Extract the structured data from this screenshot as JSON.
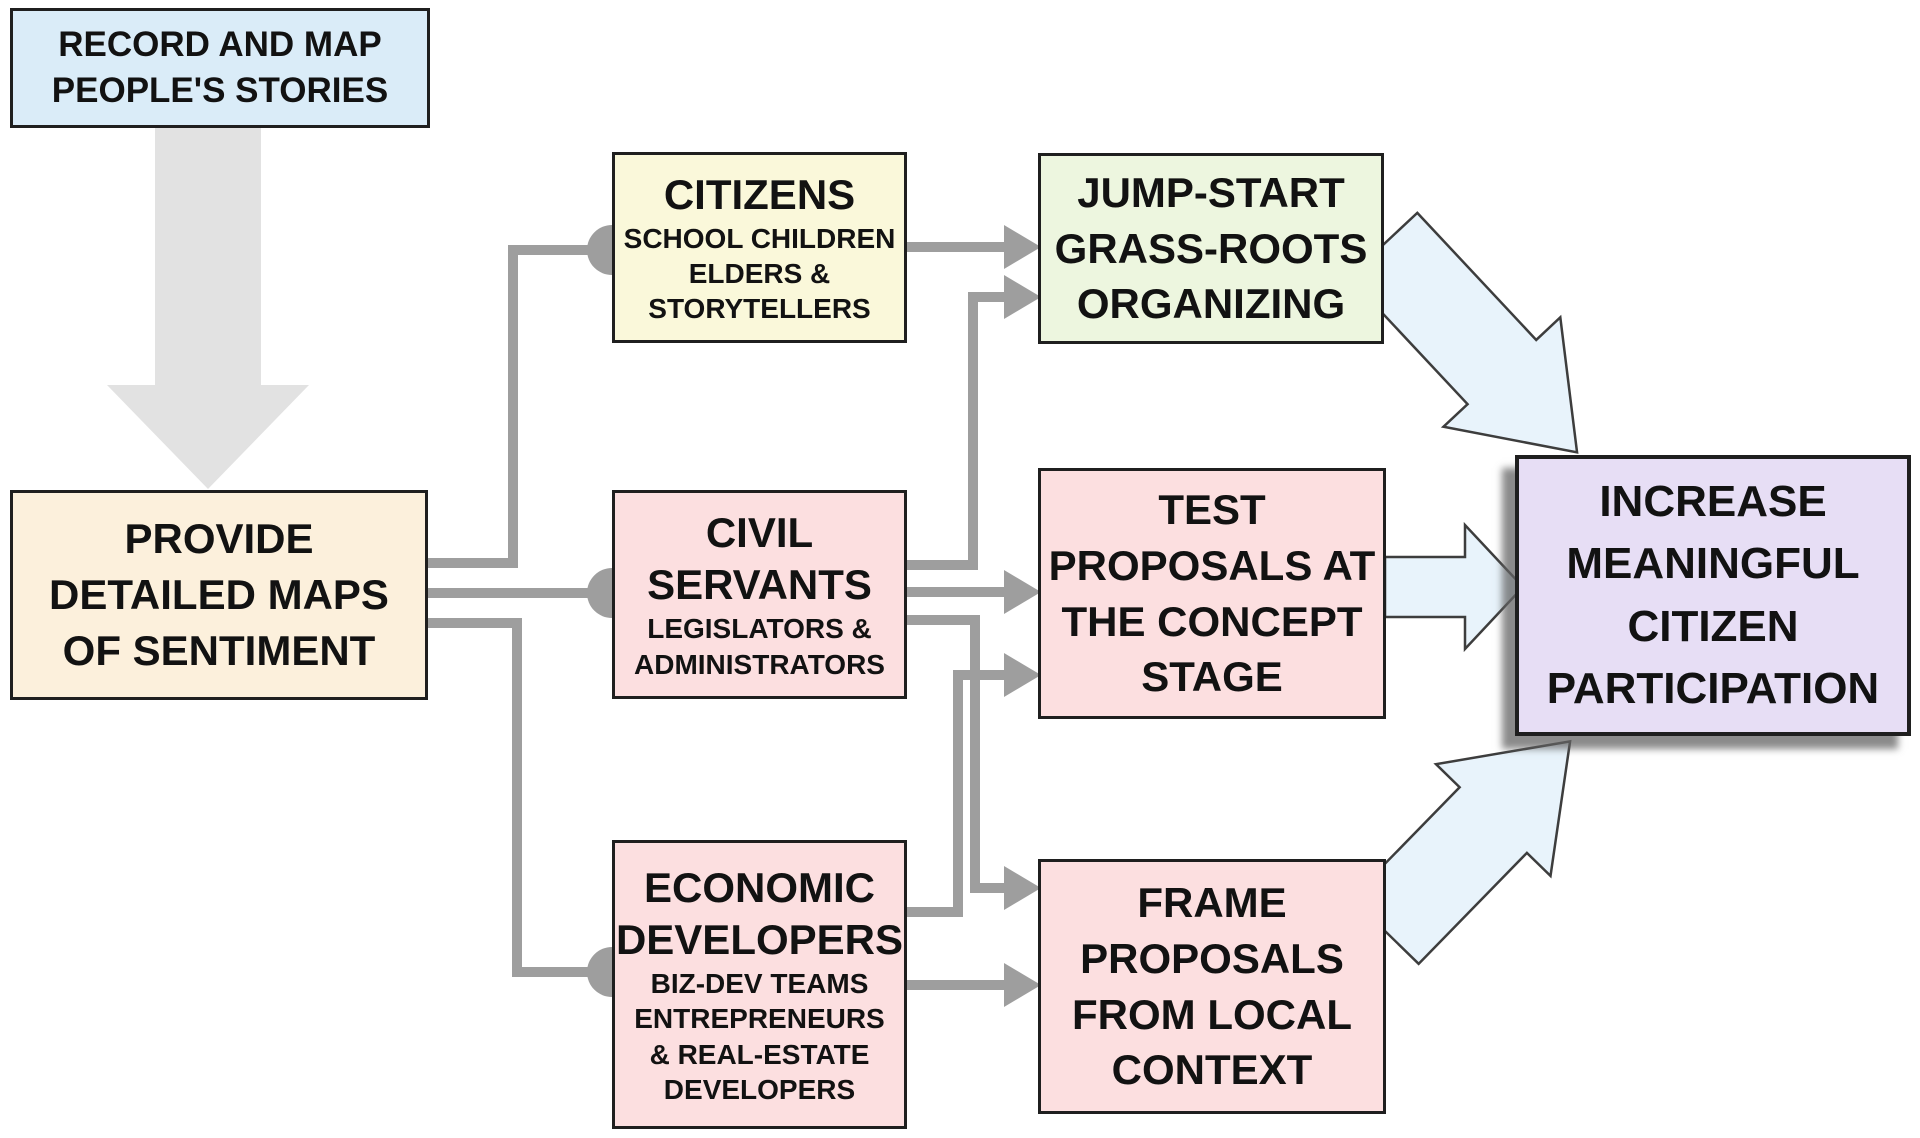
{
  "boxes": {
    "record": {
      "label": "RECORD AND MAP\nPEOPLE'S STORIES"
    },
    "provide": {
      "label": "PROVIDE\nDETAILED MAPS\nOF SENTIMENT"
    },
    "citizens": {
      "title": "CITIZENS",
      "subtitle": "SCHOOL CHILDREN\nELDERS &\nSTORYTELLERS"
    },
    "civil_servants": {
      "title": "CIVIL\nSERVANTS",
      "subtitle": "LEGISLATORS &\nADMINISTRATORS"
    },
    "economic_developers": {
      "title": "ECONOMIC\nDEVELOPERS",
      "subtitle": "BIZ-DEV TEAMS\nENTREPRENEURS\n& REAL-ESTATE\nDEVELOPERS"
    },
    "jump_start": {
      "label": "JUMP-START\nGRASS-ROOTS\nORGANIZING"
    },
    "test_proposals": {
      "label": "TEST\nPROPOSALS AT\nTHE CONCEPT\nSTAGE"
    },
    "frame_proposals": {
      "label": "FRAME\nPROPOSALS\nFROM LOCAL\nCONTEXT"
    },
    "increase_participation": {
      "label": "INCREASE\nMEANINGFUL\nCITIZEN\nPARTICIPATION"
    }
  },
  "colors": {
    "record_box_fill": "#daecf8",
    "provide_box_fill": "#fcf0dc",
    "citizens_box_fill": "#faf8da",
    "pink_box_fill": "#fcdfe0",
    "jump_start_box_fill": "#edf6df",
    "increase_box_fill": "#e7def5",
    "box_border": "#1f1f1f",
    "connector_gray": "#9e9e9e",
    "down_arrow_gray": "#e2e2e2",
    "blue_arrow_fill": "#e8f3fb",
    "blue_arrow_stroke": "#3d3d3d"
  }
}
